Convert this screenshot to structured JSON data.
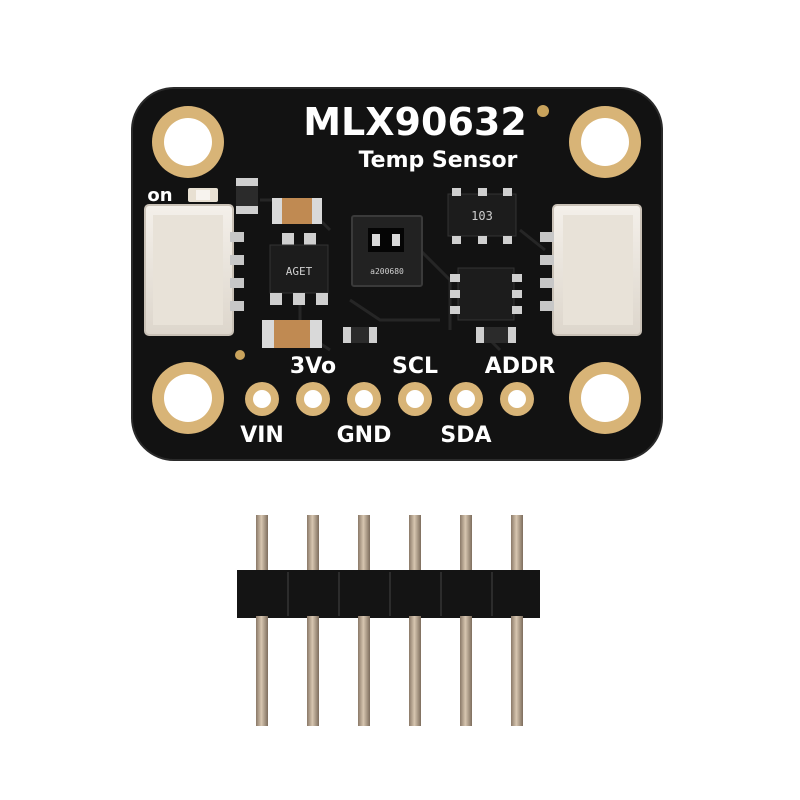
{
  "board": {
    "title": "MLX90632",
    "subtitle": "Temp Sensor",
    "led_label": "on",
    "chip_marking": "103",
    "regulator_marking": "AGET",
    "sensor_marking": "a200680",
    "pins_top": [
      "3Vo",
      "SCL",
      "ADDR"
    ],
    "pins_bottom": [
      "VIN",
      "GND",
      "SDA"
    ],
    "colors": {
      "pcb": "#121212",
      "gold": "#d8b477",
      "connector": "#eee9e1",
      "header_plastic": "#141414",
      "header_pin": "#b8a48c"
    }
  }
}
